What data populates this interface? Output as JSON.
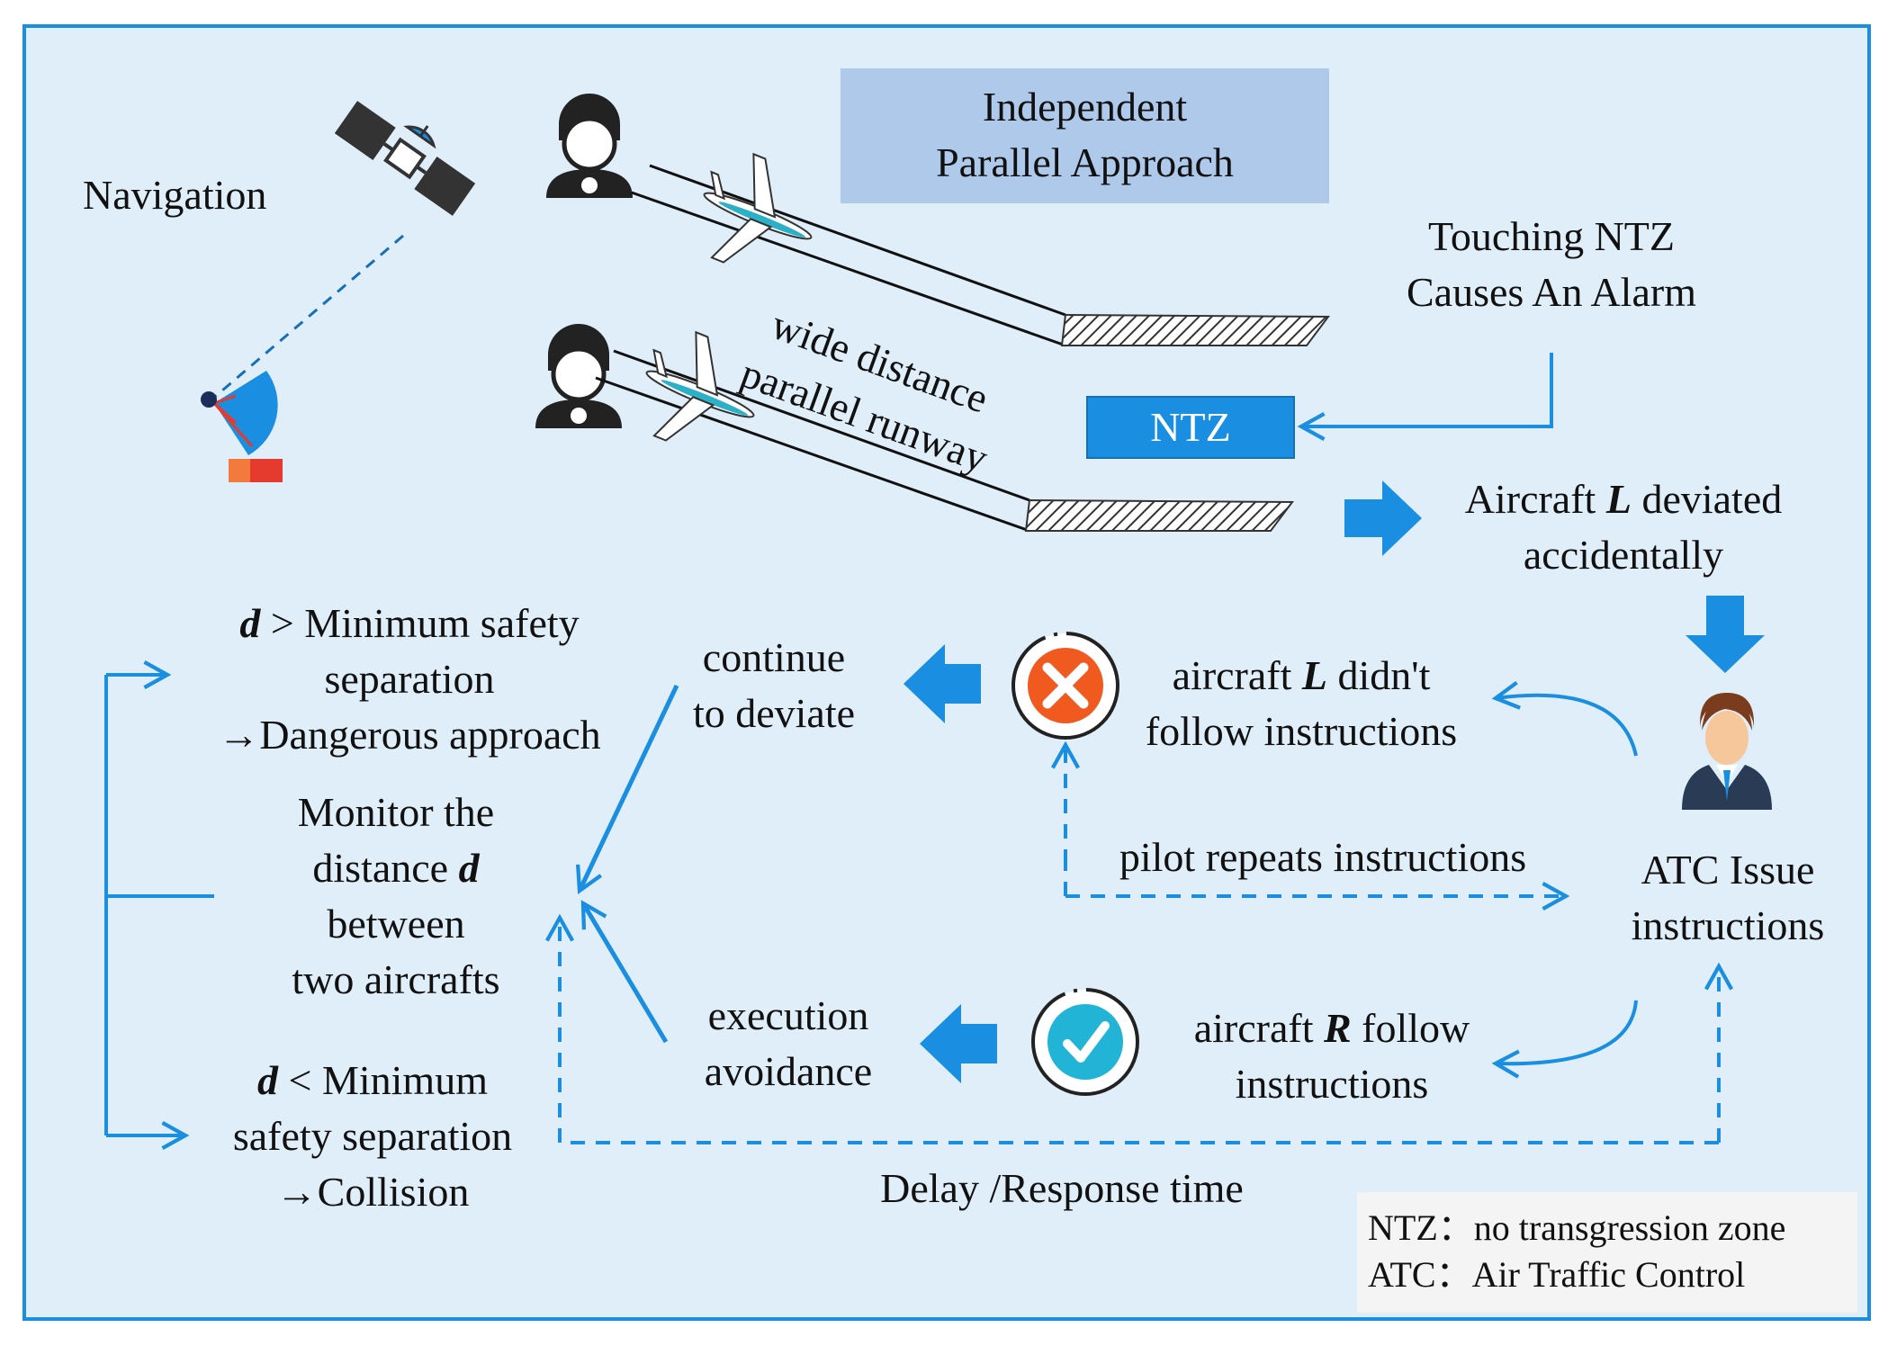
{
  "title_box": {
    "line1": "Independent",
    "line2": "Parallel Approach"
  },
  "navigation": {
    "label": "Navigation"
  },
  "runway": {
    "line1": "wide distance",
    "line2": "parallel runway"
  },
  "ntz_box": {
    "label": "NTZ"
  },
  "alarm": {
    "line1": "Touching NTZ",
    "line2": "Causes An Alarm"
  },
  "deviated": {
    "prefix": "Aircraft ",
    "var": "L",
    "suffix": " deviated",
    "line2": "accidentally"
  },
  "atc": {
    "line1": "ATC Issue",
    "line2": "instructions"
  },
  "not_follow": {
    "prefix": "aircraft ",
    "var": "L",
    "suffix": " didn't",
    "line2": "follow instructions"
  },
  "follow": {
    "prefix": "aircraft ",
    "var": "R",
    "suffix": "  follow",
    "line2": "instructions"
  },
  "continue": {
    "line1": "continue",
    "line2": "to deviate"
  },
  "avoidance": {
    "line1": "execution",
    "line2": "avoidance"
  },
  "repeat": {
    "label": "pilot repeats instructions"
  },
  "delay": {
    "label": "Delay /Response time"
  },
  "monitor": {
    "line1": "Monitor the",
    "line2_prefix": "distance ",
    "line2_var": "d",
    "line3": "between",
    "line4": "two aircrafts"
  },
  "greater": {
    "var": "d",
    "line1_suffix": " > Minimum safety",
    "line2": "separation",
    "line3": "→Dangerous approach"
  },
  "less": {
    "var": "d",
    "line1_suffix": " < Minimum",
    "line2": "safety separation",
    "line3": "→Collision"
  },
  "legend": {
    "line1": "NTZ：no transgression zone",
    "line2": "ATC：Air Traffic Control"
  },
  "colors": {
    "background": "#dfeef8",
    "accent": "#1a8ee0",
    "border": "#1a8ee0",
    "title_fill": "#aec9ea"
  }
}
